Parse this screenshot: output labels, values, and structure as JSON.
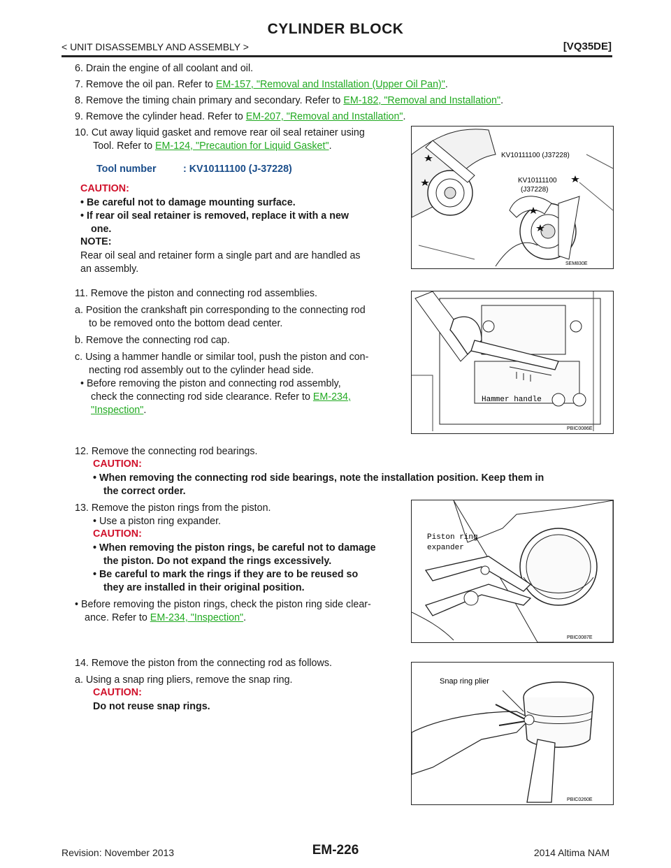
{
  "header": {
    "title": "CYLINDER BLOCK",
    "section": "< UNIT DISASSEMBLY AND ASSEMBLY >",
    "engine": "[VQ35DE]"
  },
  "steps": {
    "s6": "6.  Drain the engine of all coolant and oil.",
    "s7_pre": "7.  Remove the oil pan. Refer to ",
    "s7_link": "EM-157, \"Removal and Installation (Upper Oil Pan)\"",
    "s8_pre": "8.  Remove the timing chain primary and secondary. Refer to ",
    "s8_link": "EM-182, \"Removal and Installation\"",
    "s9_pre": "9.  Remove the cylinder head. Refer to ",
    "s9_link": "EM-207, \"Removal and Installation\"",
    "s10_line1": "10.  Cut away liquid gasket and remove rear oil seal retainer using",
    "s10_line2_pre": "Tool. Refer to ",
    "s10_link": "EM-124, \"Precaution for Liquid Gasket\"",
    "tool_label": "Tool number",
    "tool_value": ": KV10111100 (J-37228)",
    "caution": "CAUTION:",
    "s10_c1": "•  Be careful not to damage mounting surface.",
    "s10_c2a": "•  If rear oil seal retainer is removed, replace it with a new",
    "s10_c2b": "one.",
    "note": "NOTE:",
    "s10_note1": "Rear oil seal and retainer form a single part and are handled as",
    "s10_note2": "an assembly.",
    "s11": "11.  Remove the piston and connecting rod assemblies.",
    "s11a1": "a.   Position the crankshaft pin corresponding to the connecting rod",
    "s11a2": "to be removed onto the bottom dead center.",
    "s11b": "b.   Remove the connecting rod cap.",
    "s11c1": "c.   Using a hammer handle or similar tool, push the piston and con-",
    "s11c2": "necting rod assembly out to the cylinder head side.",
    "s11c3": "•  Before removing the piston and connecting rod assembly,",
    "s11c4_pre": "check the connecting rod side clearance. Refer to ",
    "s11c4_link": "EM-234,",
    "s11c5_link": "\"Inspection\"",
    "s12": "12.  Remove the connecting rod bearings.",
    "s12_c1": "•  When removing the connecting rod side bearings, note the installation position. Keep them in",
    "s12_c2": "the correct order.",
    "s13": "13.  Remove the piston rings from the piston.",
    "s13_b1": "•  Use a piston ring expander.",
    "s13_c1a": "•  When removing the piston rings, be careful not to damage",
    "s13_c1b": "the piston. Do not expand the rings excessively.",
    "s13_c2a": "•  Be careful to mark the rings if they are to be reused so",
    "s13_c2b": "they are installed in their original position.",
    "s13_b2a": "•  Before removing the piston rings, check the piston ring side clear-",
    "s13_b2b_pre": "ance. Refer to ",
    "s13_b2b_link": "EM-234, \"Inspection\"",
    "s14": "14.  Remove the piston from the connecting rod as follows.",
    "s14a": "a.   Using a snap ring pliers, remove the snap ring.",
    "s14_c": "Do not reuse snap rings.",
    "period": "."
  },
  "figures": {
    "fig1": {
      "code": "SEM830E",
      "label1": "KV10111100 (J37228)",
      "label2a": "KV10111100",
      "label2b": "(J37228)"
    },
    "fig2": {
      "code": "PBIC0086E",
      "label": "Hammer handle"
    },
    "fig3": {
      "code": "PBIC0087E",
      "label1": "Piston ring",
      "label2": "expander"
    },
    "fig4": {
      "code": "PBIC0260E",
      "label": "Snap ring plier"
    }
  },
  "footer": {
    "revision": "Revision: November 2013",
    "page": "EM-226",
    "model": "2014 Altima NAM"
  }
}
